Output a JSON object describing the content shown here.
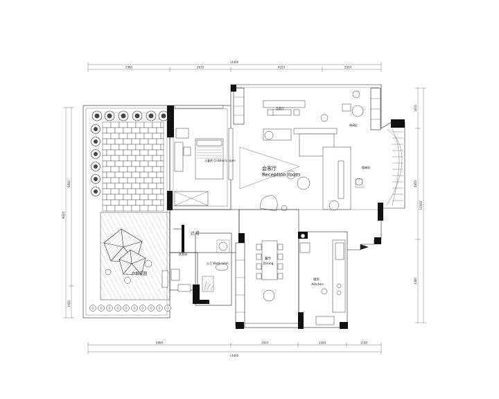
{
  "dimensions": {
    "top_total": "14460",
    "top_segments": [
      "2980",
      "2670",
      "4220",
      "2950"
    ],
    "bottom_total": "14460",
    "bottom_segments": [
      "5860",
      "2650",
      "1080",
      "1180"
    ],
    "left_outer": "8620",
    "left_segments": [
      "5800",
      "1650"
    ],
    "right_outer": "13500",
    "right_segments": [
      "1810",
      "4850",
      "3480"
    ]
  },
  "rooms": {
    "children_room": "儿童房 Children's room",
    "reception_cn": "会客厅",
    "reception_en": "Reception room",
    "lounge": "品茗厅",
    "reading": "休闲区",
    "staircase": "楼梯间",
    "corridor": "过 道",
    "utility": "洗衣间",
    "washroom": "公卫 Wash room",
    "dining_cn": "餐厅",
    "dining_en": "Dining",
    "kitchen_cn": "厨房",
    "kitchen_en": "Kitchen",
    "terrace": "户外花园"
  }
}
